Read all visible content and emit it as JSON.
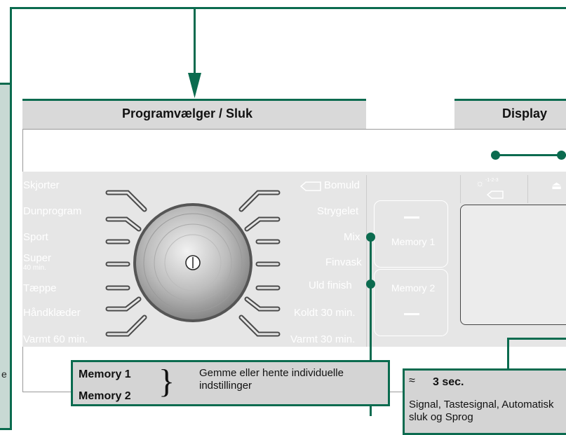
{
  "header": {
    "programmer_title": "Programvælger / Sluk",
    "display_title": "Display"
  },
  "dial_programs_left": [
    "Skjorter",
    "Dunprogram",
    "Sport",
    "Super",
    "40 min.",
    "Tæppe",
    "Håndklæder",
    "Varmt 60 min."
  ],
  "dial_programs_right": [
    "Bomuld",
    "Strygelet",
    "Mix",
    "Finvask",
    "Uld finish",
    "Koldt 30 min.",
    "Varmt 30 min."
  ],
  "buttons": {
    "memory1": "Memory 1",
    "memory2": "Memory 2"
  },
  "display_icons": {
    "top_left": "-1-2-3"
  },
  "callout_memory": {
    "label1": "Memory 1",
    "label2": "Memory 2",
    "brace": "}",
    "text": "Gemme eller hente individuelle indstillinger"
  },
  "callout_settings": {
    "icon": "≈",
    "title": "3 sec.",
    "text": "Signal, Tastesignal, Automatisk sluk og Sprog"
  },
  "left_panel_fragment": "e"
}
